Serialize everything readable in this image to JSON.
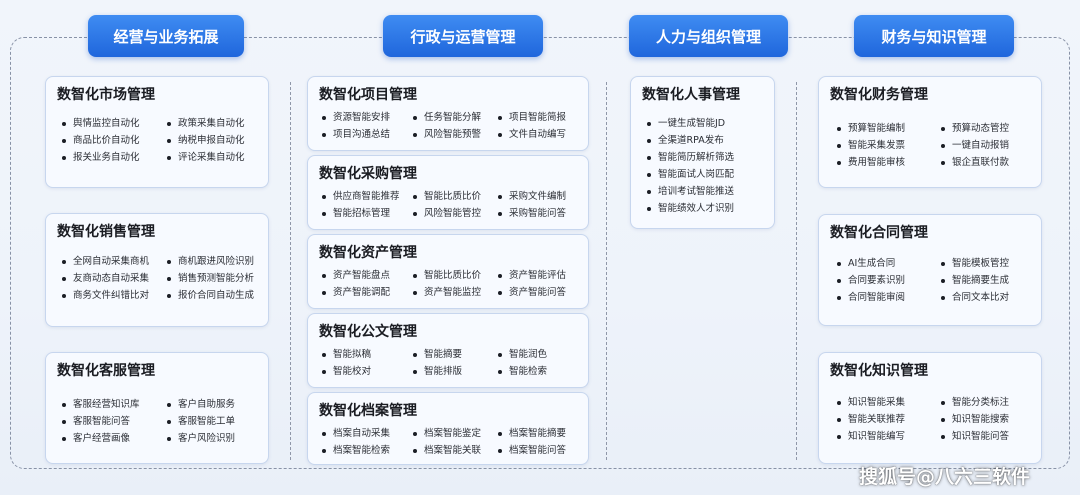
{
  "headers": {
    "h1": "经营与业务拓展",
    "h2": "行政与运营管理",
    "h3": "人力与组织管理",
    "h4": "财务与知识管理"
  },
  "col1": {
    "market": {
      "title": "数智化市场管理",
      "left": [
        "舆情监控自动化",
        "商品比价自动化",
        "报关业务自动化"
      ],
      "right": [
        "政策采集自动化",
        "纳税申报自动化",
        "评论采集自动化"
      ]
    },
    "sales": {
      "title": "数智化销售管理",
      "left": [
        "全网自动采集商机",
        "友商动态自动采集",
        "商务文件纠错比对"
      ],
      "right": [
        "商机跟进风险识别",
        "销售预测智能分析",
        "报价合同自动生成"
      ]
    },
    "service": {
      "title": "数智化客服管理",
      "left": [
        "客服经营知识库",
        "客服智能问答",
        "客户经营画像"
      ],
      "right": [
        "客户自助服务",
        "客服智能工单",
        "客户风险识别"
      ]
    }
  },
  "col2": {
    "project": {
      "title": "数智化项目管理",
      "c1": [
        "资源智能安排",
        "项目沟通总结"
      ],
      "c2": [
        "任务智能分解",
        "风险智能预警"
      ],
      "c3": [
        "项目智能简报",
        "文件自动编写"
      ]
    },
    "purchase": {
      "title": "数智化采购管理",
      "c1": [
        "供应商智能推荐",
        "智能招标管理"
      ],
      "c2": [
        "智能比质比价",
        "风险智能管控"
      ],
      "c3": [
        "采购文件编制",
        "采购智能问答"
      ]
    },
    "asset": {
      "title": "数智化资产管理",
      "c1": [
        "资产智能盘点",
        "资产智能调配"
      ],
      "c2": [
        "智能比质比价",
        "资产智能监控"
      ],
      "c3": [
        "资产智能评估",
        "资产智能问答"
      ]
    },
    "doc": {
      "title": "数智化公文管理",
      "c1": [
        "智能拟稿",
        "智能校对"
      ],
      "c2": [
        "智能摘要",
        "智能排版"
      ],
      "c3": [
        "智能润色",
        "智能检索"
      ]
    },
    "archive": {
      "title": "数智化档案管理",
      "c1": [
        "档案自动采集",
        "档案智能检索"
      ],
      "c2": [
        "档案智能鉴定",
        "档案智能关联"
      ],
      "c3": [
        "档案智能摘要",
        "档案智能问答"
      ]
    }
  },
  "col3": {
    "hr": {
      "title": "数智化人事管理",
      "items": [
        "一键生成智能JD",
        "全渠道RPA发布",
        "智能简历解析筛选",
        "智能面试人岗匹配",
        "培训考试智能推送",
        "智能绩效人才识别"
      ]
    }
  },
  "col4": {
    "finance": {
      "title": "数智化财务管理",
      "left": [
        "预算智能编制",
        "智能采集发票",
        "费用智能审核"
      ],
      "right": [
        "预算动态管控",
        "一键自动报销",
        "银企直联付款"
      ]
    },
    "contract": {
      "title": "数智化合同管理",
      "left": [
        "AI生成合同",
        "合同要素识别",
        "合同智能审阅"
      ],
      "right": [
        "智能模板管控",
        "智能摘要生成",
        "合同文本比对"
      ]
    },
    "knowledge": {
      "title": "数智化知识管理",
      "left": [
        "知识智能采集",
        "智能关联推荐",
        "知识智能编写"
      ],
      "right": [
        "智能分类标注",
        "知识智能搜索",
        "知识智能问答"
      ]
    }
  },
  "watermark": "搜狐号@八六三软件"
}
